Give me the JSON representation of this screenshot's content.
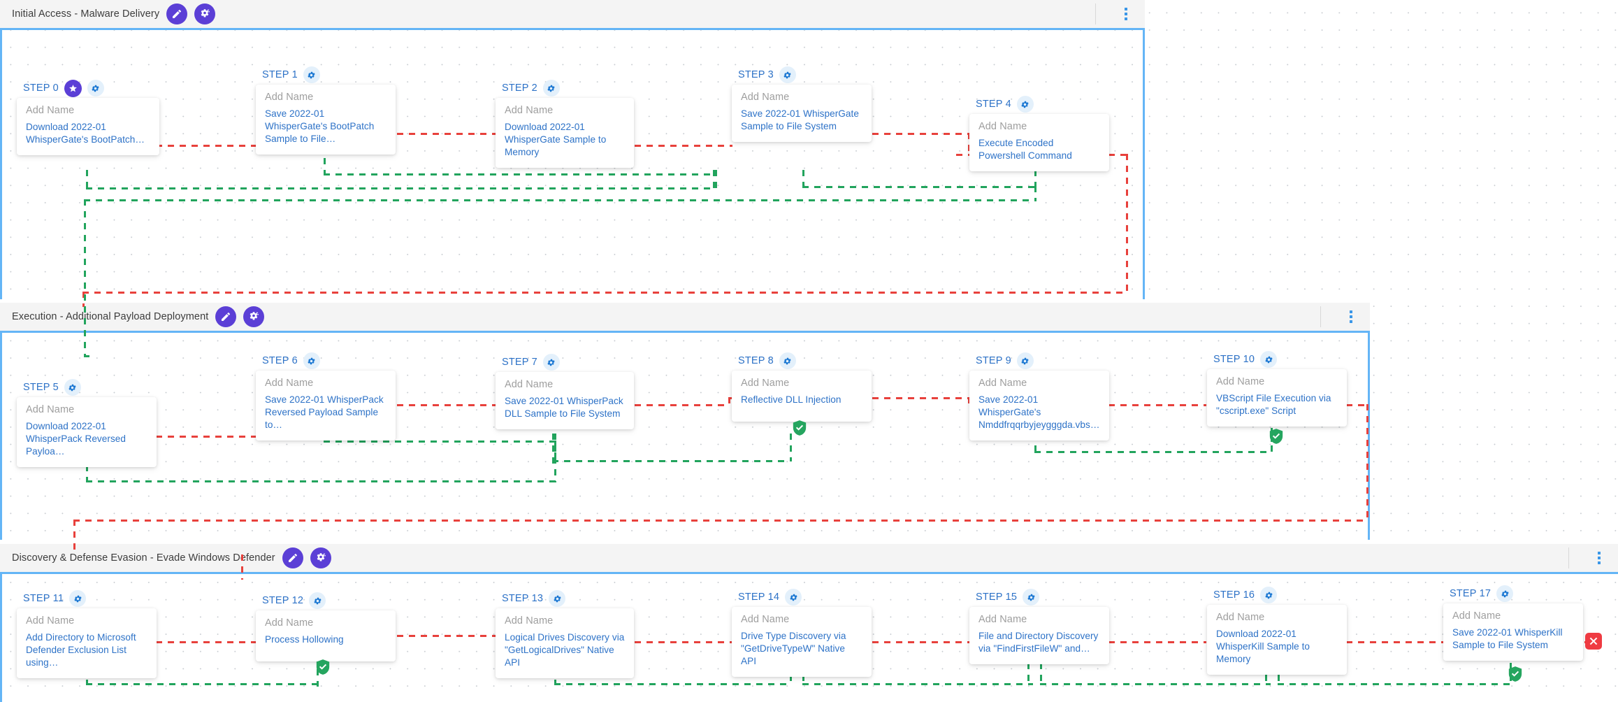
{
  "phases": [
    {
      "title": "Initial Access - Malware Delivery",
      "edit_icon": "pencil-icon",
      "magic_icon": "gear-sparkle-icon",
      "menu_icon": "kebab-menu-icon"
    },
    {
      "title": "Execution - Additional Payload Deployment",
      "edit_icon": "pencil-icon",
      "magic_icon": "gear-sparkle-icon",
      "menu_icon": "kebab-menu-icon"
    },
    {
      "title": "Discovery & Defense Evasion - Evade Windows Defender",
      "edit_icon": "pencil-icon",
      "magic_icon": "gear-sparkle-icon",
      "menu_icon": "kebab-menu-icon"
    }
  ],
  "name_placeholder": "Add Name",
  "steps": [
    {
      "label": "STEP 0",
      "ttp": "Download 2022-01 WhisperGate's BootPatch…",
      "star": true
    },
    {
      "label": "STEP 1",
      "ttp": "Save 2022-01 WhisperGate's BootPatch Sample to File…",
      "star": false
    },
    {
      "label": "STEP 2",
      "ttp": "Download 2022-01 WhisperGate Sample to Memory",
      "star": false
    },
    {
      "label": "STEP 3",
      "ttp": "Save 2022-01 WhisperGate Sample to File System",
      "star": false
    },
    {
      "label": "STEP 4",
      "ttp": "Execute Encoded Powershell Command",
      "star": false
    },
    {
      "label": "STEP 5",
      "ttp": "Download 2022-01 WhisperPack Reversed Payloa…",
      "star": false
    },
    {
      "label": "STEP 6",
      "ttp": "Save 2022-01 WhisperPack Reversed Payload Sample to…",
      "star": false
    },
    {
      "label": "STEP 7",
      "ttp": "Save 2022-01 WhisperPack DLL Sample to File System",
      "star": false
    },
    {
      "label": "STEP 8",
      "ttp": "Reflective DLL Injection",
      "star": false
    },
    {
      "label": "STEP 9",
      "ttp": "Save 2022-01 WhisperGate's Nmddfrqqrbyjeygggda.vbs…",
      "star": false
    },
    {
      "label": "STEP 10",
      "ttp": "VBScript File Execution via \"cscript.exe\" Script",
      "star": false
    },
    {
      "label": "STEP 11",
      "ttp": "Add Directory to Microsoft Defender Exclusion List using…",
      "star": false
    },
    {
      "label": "STEP 12",
      "ttp": "Process Hollowing",
      "star": false
    },
    {
      "label": "STEP 13",
      "ttp": "Logical Drives Discovery via \"GetLogicalDrives\" Native API",
      "star": false
    },
    {
      "label": "STEP 14",
      "ttp": "Drive Type Discovery via \"GetDriveTypeW\" Native API",
      "star": false
    },
    {
      "label": "STEP 15",
      "ttp": "File and Directory Discovery via \"FindFirstFileW\" and…",
      "star": false
    },
    {
      "label": "STEP 16",
      "ttp": "Download 2022-01 WhisperKill Sample to Memory",
      "star": false
    },
    {
      "label": "STEP 17",
      "ttp": "Save 2022-01 WhisperKill Sample to File System",
      "star": false
    }
  ],
  "status_markers": [
    {
      "kind": "check-shield-icon",
      "step": "STEP 8"
    },
    {
      "kind": "check-shield-icon",
      "step": "STEP 10"
    },
    {
      "kind": "check-shield-icon",
      "step": "STEP 12"
    },
    {
      "kind": "check-shield-icon",
      "step": "STEP 17"
    },
    {
      "kind": "error-badge-icon",
      "step": "STEP 17"
    }
  ],
  "colors": {
    "accent_purple": "#5b3fd6",
    "link_blue": "#2d72c7",
    "phase_border_blue": "#64b5f6",
    "success_green": "#22a45d",
    "failure_red": "#e8413c",
    "error_badge_red": "#ef3b42",
    "phase_header_bg": "#f4f4f4"
  }
}
